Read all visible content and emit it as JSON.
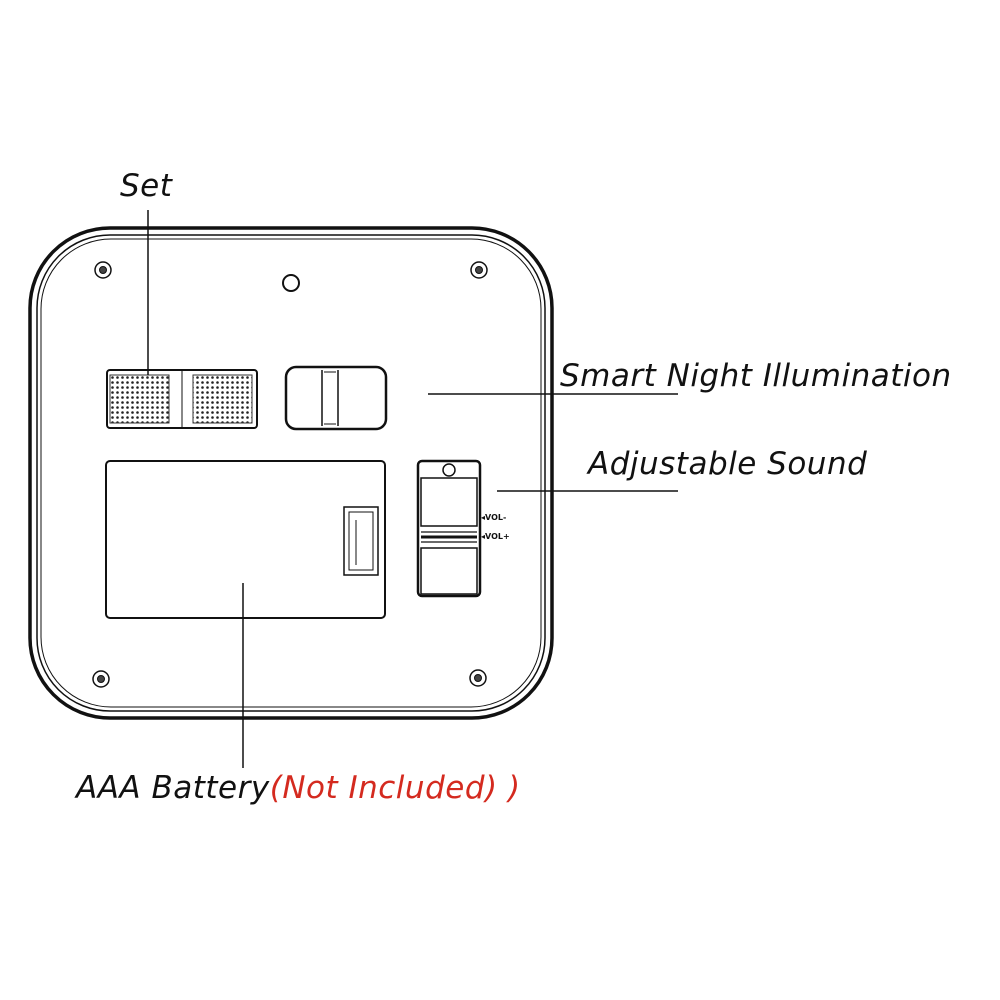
{
  "labels": {
    "set": "Set",
    "night_light": "Smart Night Illumination",
    "sound": "Adjustable Sound",
    "battery": "AAA Battery",
    "battery_note": "(Not Included)",
    "battery_trailing": " )"
  },
  "device": {
    "vol_minus": "VOL-",
    "vol_plus": "VOL+"
  },
  "colors": {
    "line": "#111111",
    "note": "#d42a1f"
  }
}
